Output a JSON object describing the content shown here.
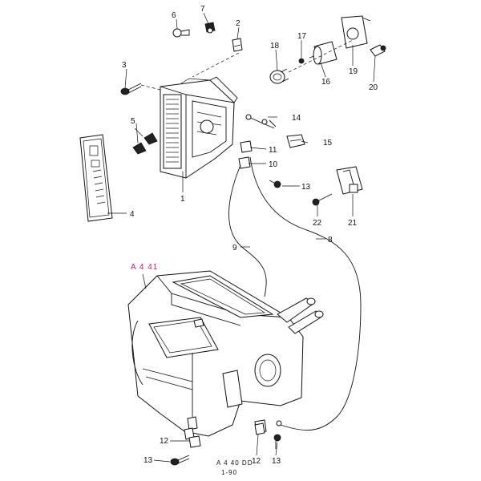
{
  "callouts": {
    "c1": "1",
    "c2": "2",
    "c3": "3",
    "c4": "4",
    "c5": "5",
    "c6": "6",
    "c7": "7",
    "c8": "8",
    "c9": "9",
    "c10": "10",
    "c11": "11",
    "c12a": "12",
    "c12b": "12",
    "c13a": "13",
    "c13b": "13",
    "c13c": "13",
    "c14": "14",
    "c15": "15",
    "c16": "16",
    "c17": "17",
    "c18": "18",
    "c19": "19",
    "c20": "20",
    "c21": "21",
    "c22": "22"
  },
  "reference": "A 4 41",
  "drawing_code": {
    "line1": "A 4 40 DD",
    "line2": "1-90"
  }
}
